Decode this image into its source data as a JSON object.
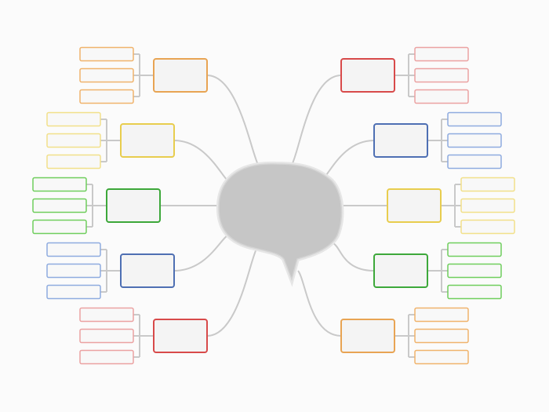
{
  "diagram": {
    "type": "mind-map",
    "center": {
      "shape": "speech-bubble",
      "fill": "#c6c6c6",
      "stroke": "#e6e6e6",
      "label": ""
    },
    "branch_count": 10,
    "children_per_branch": 3,
    "branches": [
      {
        "side": "left",
        "color": "#e8a453",
        "child_color": "#f0b36c",
        "label": "",
        "children": [
          "",
          "",
          ""
        ]
      },
      {
        "side": "left",
        "color": "#e8cd4e",
        "child_color": "#f2e08a",
        "label": "",
        "children": [
          "",
          "",
          ""
        ]
      },
      {
        "side": "left",
        "color": "#3da83a",
        "child_color": "#6fce5d",
        "label": "",
        "children": [
          "",
          "",
          ""
        ]
      },
      {
        "side": "left",
        "color": "#4e6fb3",
        "child_color": "#8eabdf",
        "label": "",
        "children": [
          "",
          "",
          ""
        ]
      },
      {
        "side": "left",
        "color": "#d84a4a",
        "child_color": "#eba2a2",
        "label": "",
        "children": [
          "",
          "",
          ""
        ]
      },
      {
        "side": "right",
        "color": "#d84a4a",
        "child_color": "#eba2a2",
        "label": "",
        "children": [
          "",
          "",
          ""
        ]
      },
      {
        "side": "right",
        "color": "#4e6fb3",
        "child_color": "#8eabdf",
        "label": "",
        "children": [
          "",
          "",
          ""
        ]
      },
      {
        "side": "right",
        "color": "#e8cd4e",
        "child_color": "#f2e08a",
        "label": "",
        "children": [
          "",
          "",
          ""
        ]
      },
      {
        "side": "right",
        "color": "#3da83a",
        "child_color": "#6fce5d",
        "label": "",
        "children": [
          "",
          "",
          ""
        ]
      },
      {
        "side": "right",
        "color": "#e8a453",
        "child_color": "#f0b36c",
        "label": "",
        "children": [
          "",
          "",
          ""
        ]
      }
    ],
    "connector_color": "#c9c9c9",
    "node_fill": "#f4f4f4",
    "child_fill": "#f8f8f8"
  }
}
